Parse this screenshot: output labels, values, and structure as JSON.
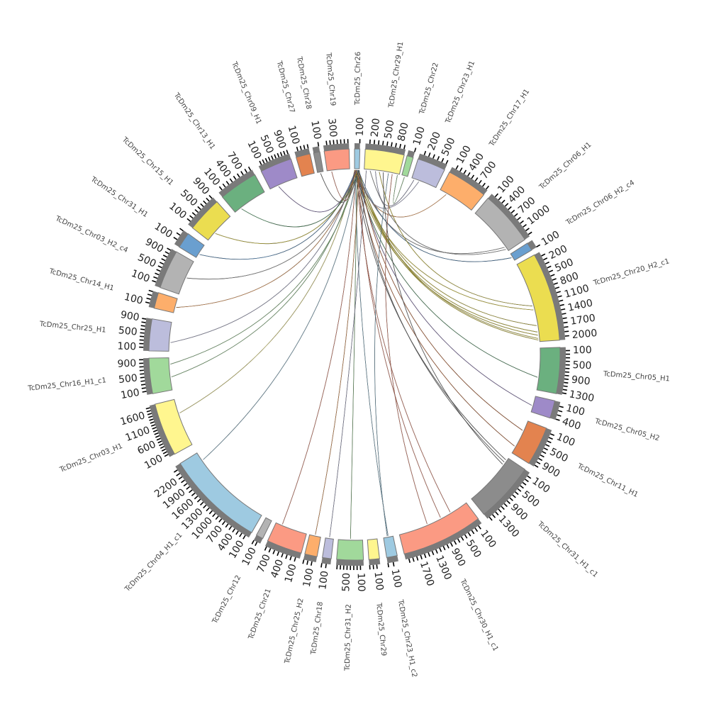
{
  "chart_data": {
    "type": "chord",
    "title": "",
    "tick_step": 100,
    "sectors": [
      {
        "name": "TcDm25_Chr26",
        "start": 0,
        "end": 1.5,
        "length": 100,
        "color": "#9ECAE1"
      },
      {
        "name": "TcDm25_Chr29_H1",
        "start": 3,
        "end": 14,
        "length": 900,
        "color": "#FFF68F"
      },
      {
        "name": "TcDm25_Chr22",
        "start": 14.8,
        "end": 16.6,
        "length": 100,
        "color": "#A1D99B"
      },
      {
        "name": "TcDm25_Chr23_H1",
        "start": 18,
        "end": 26,
        "length": 600,
        "color": "#BCBDDC"
      },
      {
        "name": "TcDm25_Chr17_H1",
        "start": 27.5,
        "end": 39,
        "length": 900,
        "color": "#FDAE6B"
      },
      {
        "name": "TcDm25_Chr06_H1",
        "start": 40.5,
        "end": 56,
        "length": 1200,
        "color": "#B3B3B3"
      },
      {
        "name": "TcDm25_Chr06_H2_c4",
        "start": 57.2,
        "end": 59.5,
        "length": 100,
        "color": "#6A9FCF"
      },
      {
        "name": "TcDm25_Chr20_H2_c1",
        "start": 61,
        "end": 86,
        "length": 2000,
        "color": "#EBDD50"
      },
      {
        "name": "TcDm25_Chr05_H1",
        "start": 88,
        "end": 101,
        "length": 1300,
        "color": "#6BB07F"
      },
      {
        "name": "TcDm25_Chr05_H2",
        "start": 103,
        "end": 108,
        "length": 400,
        "color": "#9E8AC8"
      },
      {
        "name": "TcDm25_Chr11_H1",
        "start": 111,
        "end": 122,
        "length": 1000,
        "color": "#E3834F"
      },
      {
        "name": "TcDm25_Chr31_H1_c1",
        "start": 124,
        "end": 141,
        "length": 1500,
        "color": "#8C8C8C"
      },
      {
        "name": "TcDm25_Chr30_H1_c1",
        "start": 143,
        "end": 166,
        "length": 2000,
        "color": "#FB9A83"
      },
      {
        "name": "TcDm25_Chr23_H1_c2",
        "start": 168,
        "end": 171,
        "length": 200,
        "color": "#9ECAE1"
      },
      {
        "name": "TcDm25_Chr29",
        "start": 173,
        "end": 176,
        "length": 300,
        "color": "#FFF68F"
      },
      {
        "name": "TcDm25_Chr31_H2",
        "start": 177.5,
        "end": 185,
        "length": 800,
        "color": "#A1D99B"
      },
      {
        "name": "TcDm25_Chr18",
        "start": 186.5,
        "end": 189,
        "length": 200,
        "color": "#BCBDDC"
      },
      {
        "name": "TcDm25_Chr25_H2",
        "start": 190.5,
        "end": 194,
        "length": 300,
        "color": "#FDAE6B"
      },
      {
        "name": "TcDm25_Chr21",
        "start": 195,
        "end": 205,
        "length": 800,
        "color": "#FB9A83"
      },
      {
        "name": "TcDm25_Chr12",
        "start": 206.5,
        "end": 208.5,
        "length": 200,
        "color": "#B3B3B3"
      },
      {
        "name": "TcDm25_Chr04_H1_c1",
        "start": 210,
        "end": 238,
        "length": 2400,
        "color": "#9ECAE1"
      },
      {
        "name": "TcDm25_Chr03_H1",
        "start": 241,
        "end": 256,
        "length": 1800,
        "color": "#FFF68F"
      },
      {
        "name": "TcDm25_Chr16_H1_c1",
        "start": 259,
        "end": 269,
        "length": 1000,
        "color": "#A1D99B"
      },
      {
        "name": "TcDm25_Chr25_H1",
        "start": 271,
        "end": 280,
        "length": 900,
        "color": "#BCBDDC"
      },
      {
        "name": "TcDm25_Chr14_H1",
        "start": 283,
        "end": 287.5,
        "length": 400,
        "color": "#FDAE6B"
      },
      {
        "name": "TcDm25_Chr03_H2_c4",
        "start": 289,
        "end": 300,
        "length": 1000,
        "color": "#B3B3B3"
      },
      {
        "name": "TcDm25_Chr31_H1",
        "start": 301.5,
        "end": 306,
        "length": 300,
        "color": "#6A9FCF"
      },
      {
        "name": "TcDm25_Chr15_H1",
        "start": 308,
        "end": 318,
        "length": 900,
        "color": "#EBDD50"
      },
      {
        "name": "TcDm25_Chr13_H1",
        "start": 320,
        "end": 331,
        "length": 900,
        "color": "#6BB07F"
      },
      {
        "name": "TcDm25_Chr09_H1",
        "start": 333,
        "end": 342,
        "length": 1000,
        "color": "#9E8AC8"
      },
      {
        "name": "TcDm25_Chr27",
        "start": 343.5,
        "end": 347.5,
        "length": 400,
        "color": "#E3834F"
      },
      {
        "name": "TcDm25_Chr28",
        "start": 348.5,
        "end": 350.3,
        "length": 100,
        "color": "#8C8C8C"
      },
      {
        "name": "TcDm25_Chr19",
        "start": 351.5,
        "end": 358.5,
        "length": 700,
        "color": "#FB9A83"
      }
    ],
    "links": [
      {
        "s": 0,
        "t": 7,
        "tp": 0.92
      },
      {
        "s": 0,
        "t": 7,
        "tp": 0.88
      },
      {
        "s": 0,
        "t": 7,
        "tp": 0.8
      },
      {
        "s": 0,
        "t": 7,
        "tp": 0.6
      },
      {
        "s": 0,
        "t": 7,
        "tp": 0.98
      },
      {
        "s": 0,
        "t": 7,
        "tp": 0.96
      },
      {
        "s": 0,
        "t": 8,
        "tp": 0.7
      },
      {
        "s": 0,
        "t": 9,
        "tp": 0.6
      },
      {
        "s": 0,
        "t": 10,
        "tp": 0.3
      },
      {
        "s": 0,
        "t": 10,
        "tp": 0.8
      },
      {
        "s": 0,
        "t": 11,
        "tp": 0.1
      },
      {
        "s": 0,
        "t": 11,
        "tp": 0.05
      },
      {
        "s": 0,
        "t": 12,
        "tp": 0.25
      },
      {
        "s": 0,
        "t": 12,
        "tp": 0.4
      },
      {
        "s": 0,
        "t": 13,
        "tp": 0.5
      },
      {
        "s": 0,
        "t": 15,
        "tp": 0.5
      },
      {
        "s": 0,
        "t": 17,
        "tp": 0.5
      },
      {
        "s": 0,
        "t": 18,
        "tp": 0.8
      },
      {
        "s": 0,
        "t": 20,
        "tp": 0.9
      },
      {
        "s": 0,
        "t": 21,
        "tp": 0.7
      },
      {
        "s": 0,
        "t": 22,
        "tp": 0.4
      },
      {
        "s": 0,
        "t": 22,
        "tp": 0.8
      },
      {
        "s": 0,
        "t": 23,
        "tp": 0.3
      },
      {
        "s": 0,
        "t": 24,
        "tp": 0.4
      },
      {
        "s": 0,
        "t": 25,
        "tp": 0.5
      },
      {
        "s": 0,
        "t": 26,
        "tp": 0.3
      },
      {
        "s": 0,
        "t": 27,
        "tp": 0.3
      },
      {
        "s": 0,
        "t": 28,
        "tp": 0.2
      },
      {
        "s": 0,
        "t": 29,
        "tp": 0.3
      },
      {
        "s": 0,
        "t": 31,
        "tp": 0.5
      },
      {
        "s": 0,
        "t": 32,
        "tp": 0.2
      },
      {
        "s": 0,
        "t": 5,
        "tp": 0.9
      },
      {
        "s": 0,
        "t": 6,
        "tp": 0.5
      },
      {
        "s": 0,
        "t": 4,
        "tp": 0.2
      },
      {
        "s": 0,
        "t": 3,
        "tp": 0.3
      },
      {
        "s": 1,
        "t": 2,
        "tp": 0.5
      },
      {
        "s": 1,
        "t": 3,
        "tp": 0.1
      },
      {
        "s": 1,
        "t": 13,
        "tp": 0.6
      },
      {
        "s": 1,
        "t": 16,
        "tp": 0.5
      },
      {
        "s": 1,
        "t": 7,
        "tp": 0.55
      },
      {
        "s": 1,
        "t": 12,
        "tp": 0.6
      },
      {
        "s": 1,
        "t": 5,
        "tp": 0.95
      },
      {
        "s": 1,
        "t": 11,
        "tp": 0.15
      }
    ]
  }
}
